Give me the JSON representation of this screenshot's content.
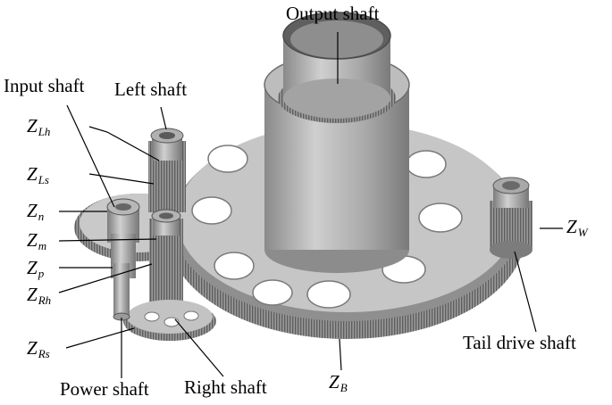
{
  "shaft_labels": {
    "output": "Output shaft",
    "input": "Input shaft",
    "left": "Left shaft",
    "tail": "Tail drive shaft",
    "power": "Power shaft",
    "right": "Right shaft"
  },
  "gear_symbols": {
    "zlh": {
      "base": "Z",
      "sub": "Lh"
    },
    "zls": {
      "base": "Z",
      "sub": "Ls"
    },
    "zn": {
      "base": "Z",
      "sub": "n"
    },
    "zm": {
      "base": "Z",
      "sub": "m"
    },
    "zp": {
      "base": "Z",
      "sub": "p"
    },
    "zrh": {
      "base": "Z",
      "sub": "Rh"
    },
    "zrs": {
      "base": "Z",
      "sub": "Rs"
    },
    "zb": {
      "base": "Z",
      "sub": "B"
    },
    "zw": {
      "base": "Z",
      "sub": "W"
    }
  },
  "colors": {
    "metal_light": "#d4d4d4",
    "metal_mid": "#a8a8a8",
    "metal_dark": "#6e6e6e",
    "leader": "#000000"
  }
}
